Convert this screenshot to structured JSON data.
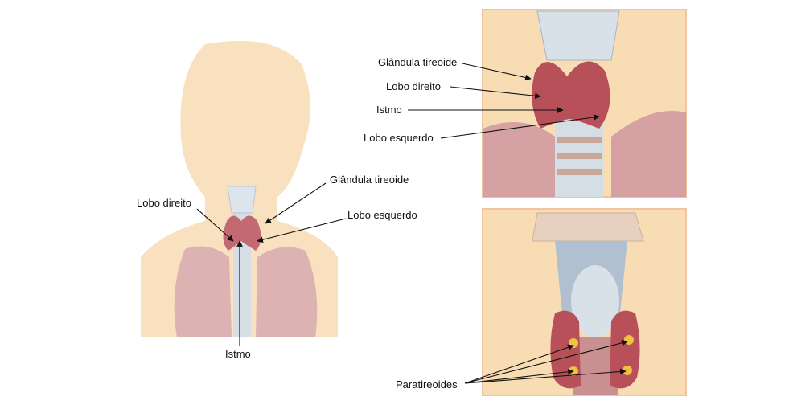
{
  "left_figure": {
    "labels": {
      "gland": "Glândula tireoide",
      "right_lobe": "Lobo direito",
      "left_lobe": "Lobo esquerdo",
      "isthmus": "Istmo"
    }
  },
  "top_panel": {
    "labels": {
      "gland": "Glândula tireoide",
      "right_lobe": "Lobo direito",
      "isthmus": "Istmo",
      "left_lobe": "Lobo esquerdo"
    }
  },
  "bottom_panel": {
    "labels": {
      "parathyroids": "Paratireoides"
    }
  },
  "colors": {
    "skin": "#f8dcb4",
    "thyroid": "#b8505a",
    "lung": "#c98e9e",
    "trachea": "#cfd8e0",
    "panel_border": "#f0c4a0"
  }
}
